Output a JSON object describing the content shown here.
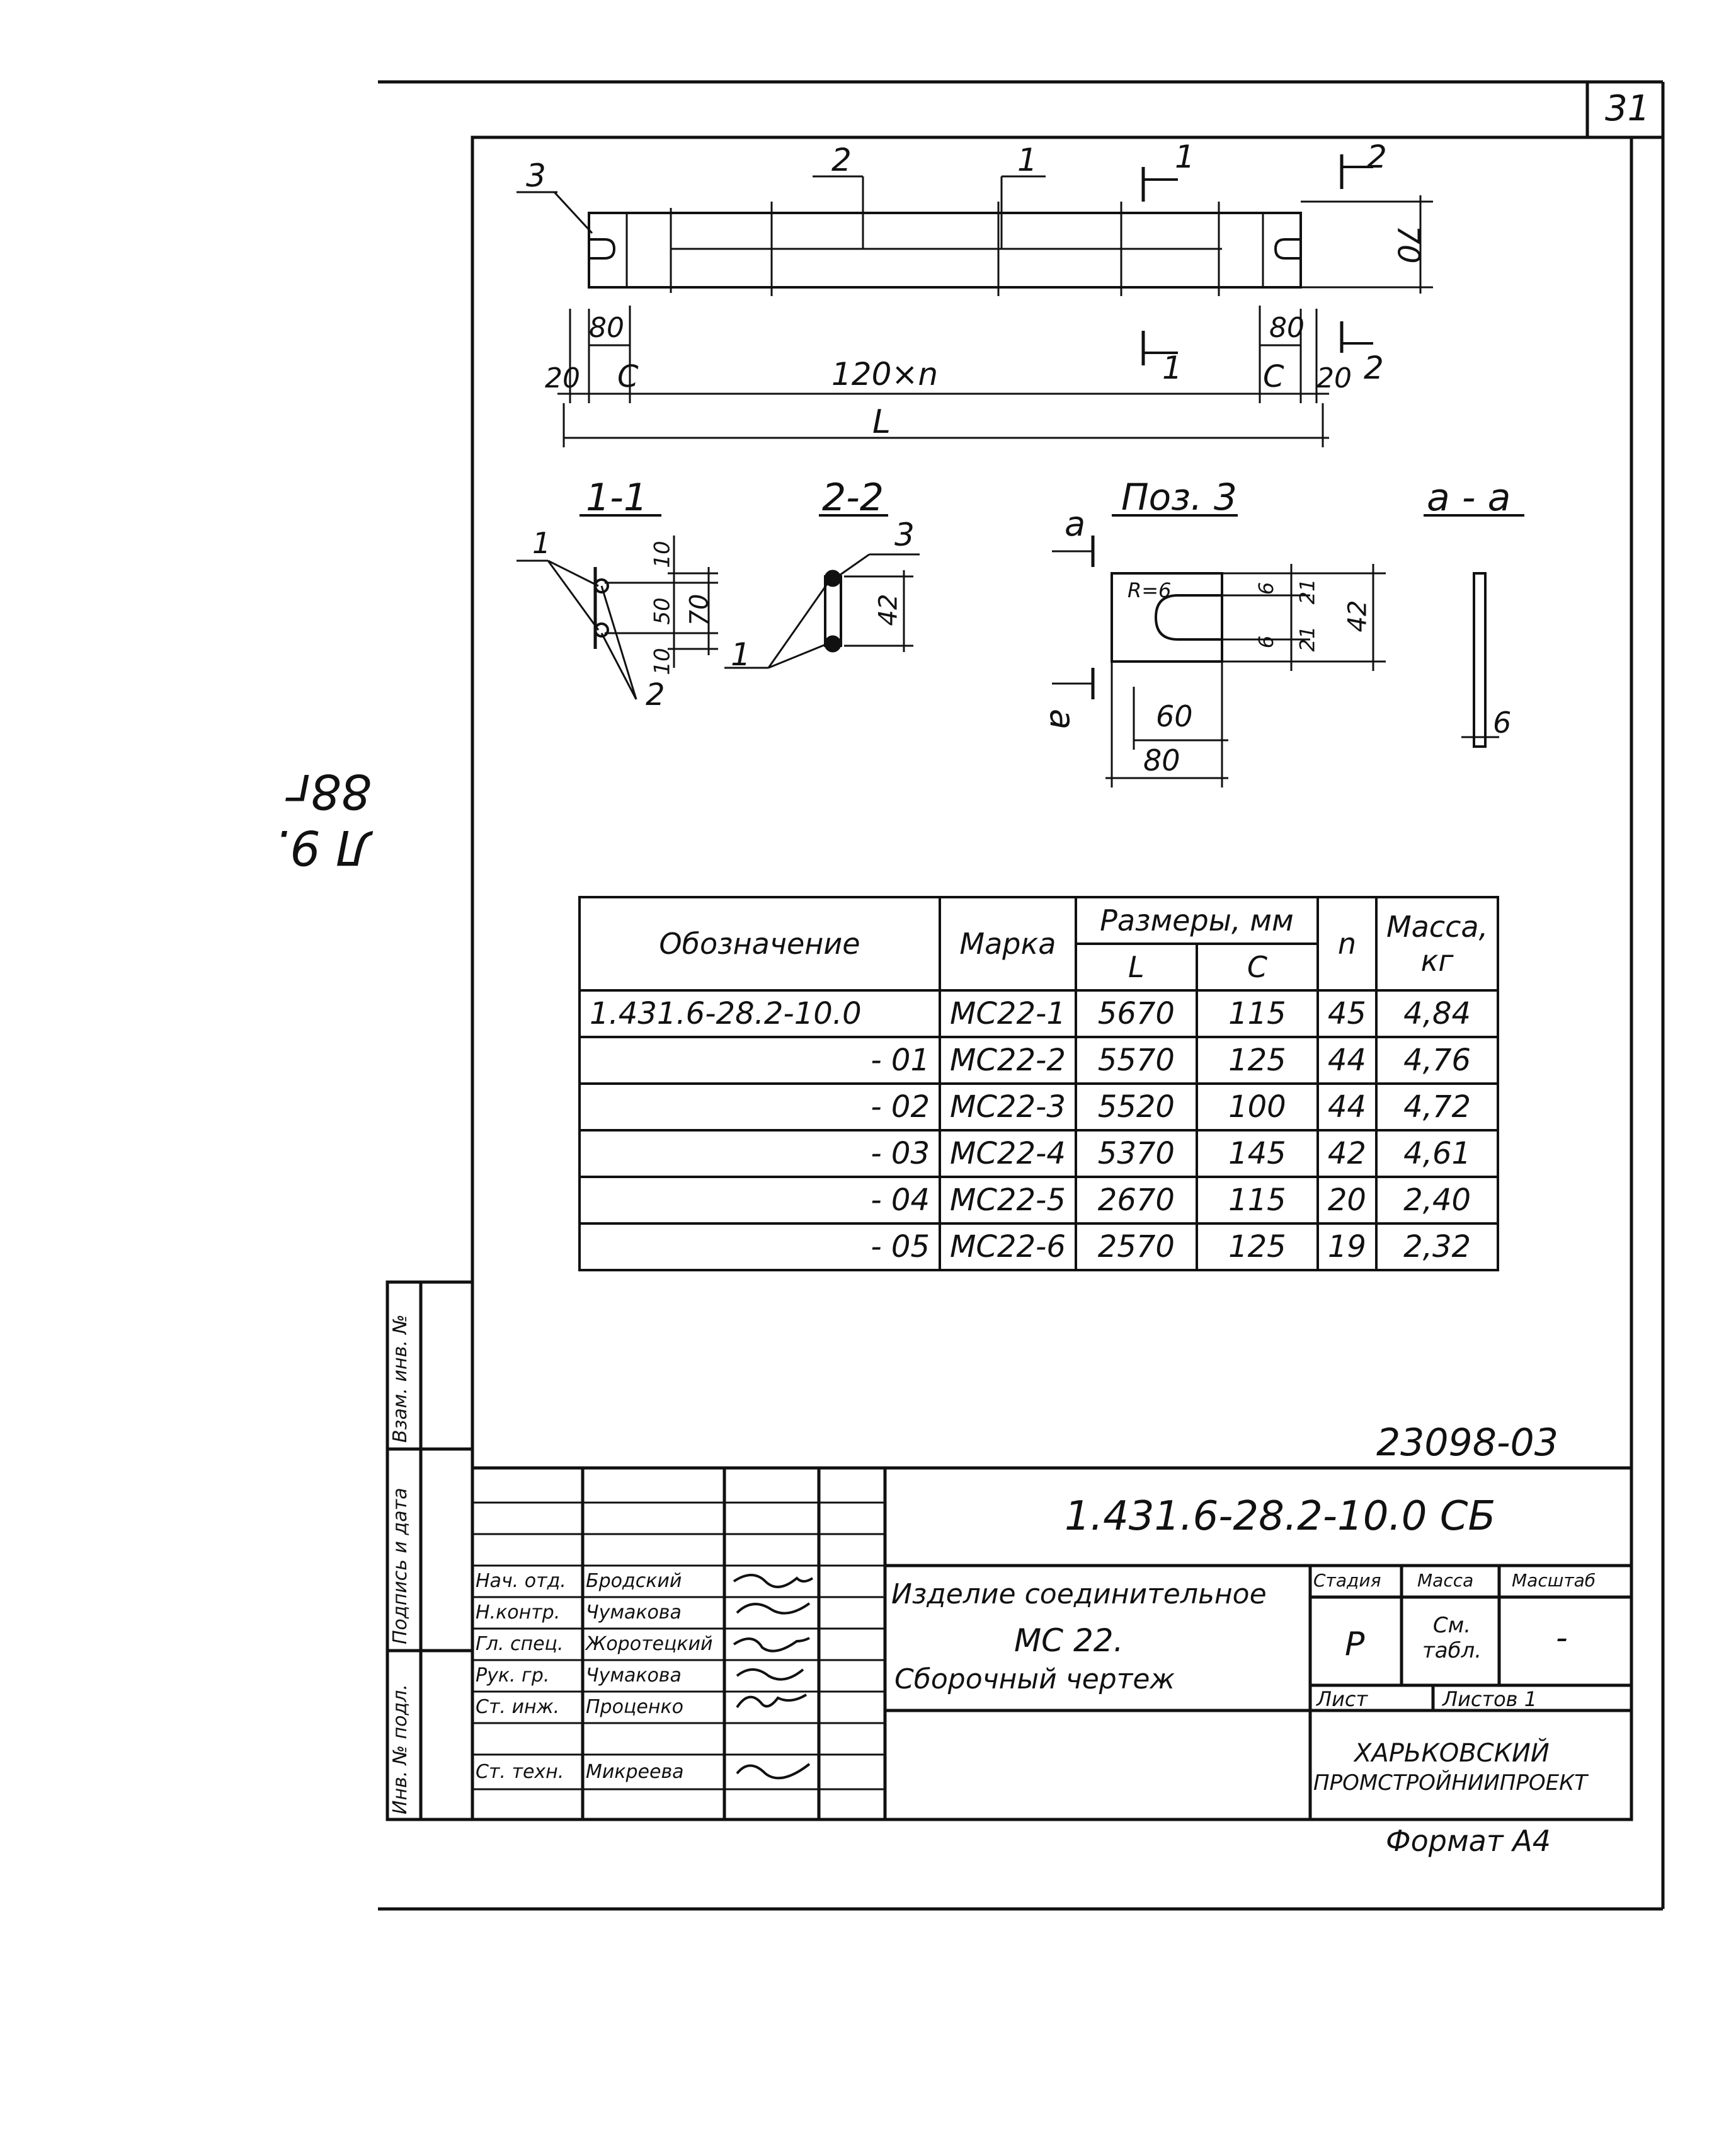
{
  "sheet": {
    "number": "31",
    "archive_number": "23098-03",
    "format": "Формат А4",
    "side_stamp": "Л 9. 88г"
  },
  "drawing": {
    "callouts": [
      "3",
      "2",
      "1",
      "1",
      "2"
    ],
    "dim_height": "70",
    "dims_bottom": {
      "left_20": "20",
      "left_80": "80",
      "left_c": "C",
      "middle": "120×n",
      "right_80": "80",
      "right_c": "C",
      "right_20": "20",
      "total": "L"
    },
    "section_marks": {
      "s1": "1",
      "s2": "2"
    }
  },
  "sections": {
    "s11": {
      "title": "1-1",
      "labels": [
        "1",
        "2"
      ],
      "dims": [
        "10",
        "50",
        "10",
        "70"
      ]
    },
    "s22": {
      "title": "2-2",
      "labels": [
        "3",
        "1"
      ],
      "dims": [
        "42"
      ]
    },
    "pos3": {
      "title": "Поз. 3",
      "mark_a": "а",
      "radius": "R=6",
      "dims": [
        "6",
        "21",
        "6",
        "21",
        "42",
        "60",
        "80"
      ]
    },
    "aa": {
      "title": "а - а",
      "dim": "6"
    }
  },
  "table": {
    "headers": {
      "designation": "Обозначение",
      "mark": "Марка",
      "sizes": "Размеры, мм",
      "L": "L",
      "C": "C",
      "n": "n",
      "mass": "Масса, кг"
    },
    "rows": [
      {
        "designation": "1.431.6-28.2-10.0",
        "mark": "МС22-1",
        "L": "5670",
        "C": "115",
        "n": "45",
        "mass": "4,84"
      },
      {
        "designation": "- 01",
        "mark": "МС22-2",
        "L": "5570",
        "C": "125",
        "n": "44",
        "mass": "4,76"
      },
      {
        "designation": "- 02",
        "mark": "МС22-3",
        "L": "5520",
        "C": "100",
        "n": "44",
        "mass": "4,72"
      },
      {
        "designation": "- 03",
        "mark": "МС22-4",
        "L": "5370",
        "C": "145",
        "n": "42",
        "mass": "4,61"
      },
      {
        "designation": "- 04",
        "mark": "МС22-5",
        "L": "2670",
        "C": "115",
        "n": "20",
        "mass": "2,40"
      },
      {
        "designation": "- 05",
        "mark": "МС22-6",
        "L": "2570",
        "C": "125",
        "n": "19",
        "mass": "2,32"
      }
    ]
  },
  "title_block": {
    "doc_code": "1.431.6-28.2-10.0 СБ",
    "name_line1": "Изделие соединительное",
    "name_line2": "МС 22.",
    "name_line3": "Сборочный чертеж",
    "stage_header": "Стадия",
    "mass_header": "Масса",
    "scale_header": "Масштаб",
    "stage": "Р",
    "mass": "См. табл.",
    "scale": "-",
    "sheet_label": "Лист",
    "sheets_label": "Листов 1",
    "org_line1": "ХАРЬКОВСКИЙ",
    "org_line2": "ПРОМСТРОЙНИИПРОЕКТ",
    "roles": [
      {
        "role": "Нач. отд.",
        "name": "Бродский"
      },
      {
        "role": "Н.контр.",
        "name": "Чумакова"
      },
      {
        "role": "Гл. спец.",
        "name": "Жоротецкий"
      },
      {
        "role": "Рук. гр.",
        "name": "Чумакова"
      },
      {
        "role": "Ст. инж.",
        "name": "Проценко"
      },
      {
        "role": "Ст. техн.",
        "name": "Микреева"
      }
    ],
    "side_columns": [
      "Взам. инв. №",
      "Подпись и дата",
      "Инв. № подл."
    ]
  }
}
